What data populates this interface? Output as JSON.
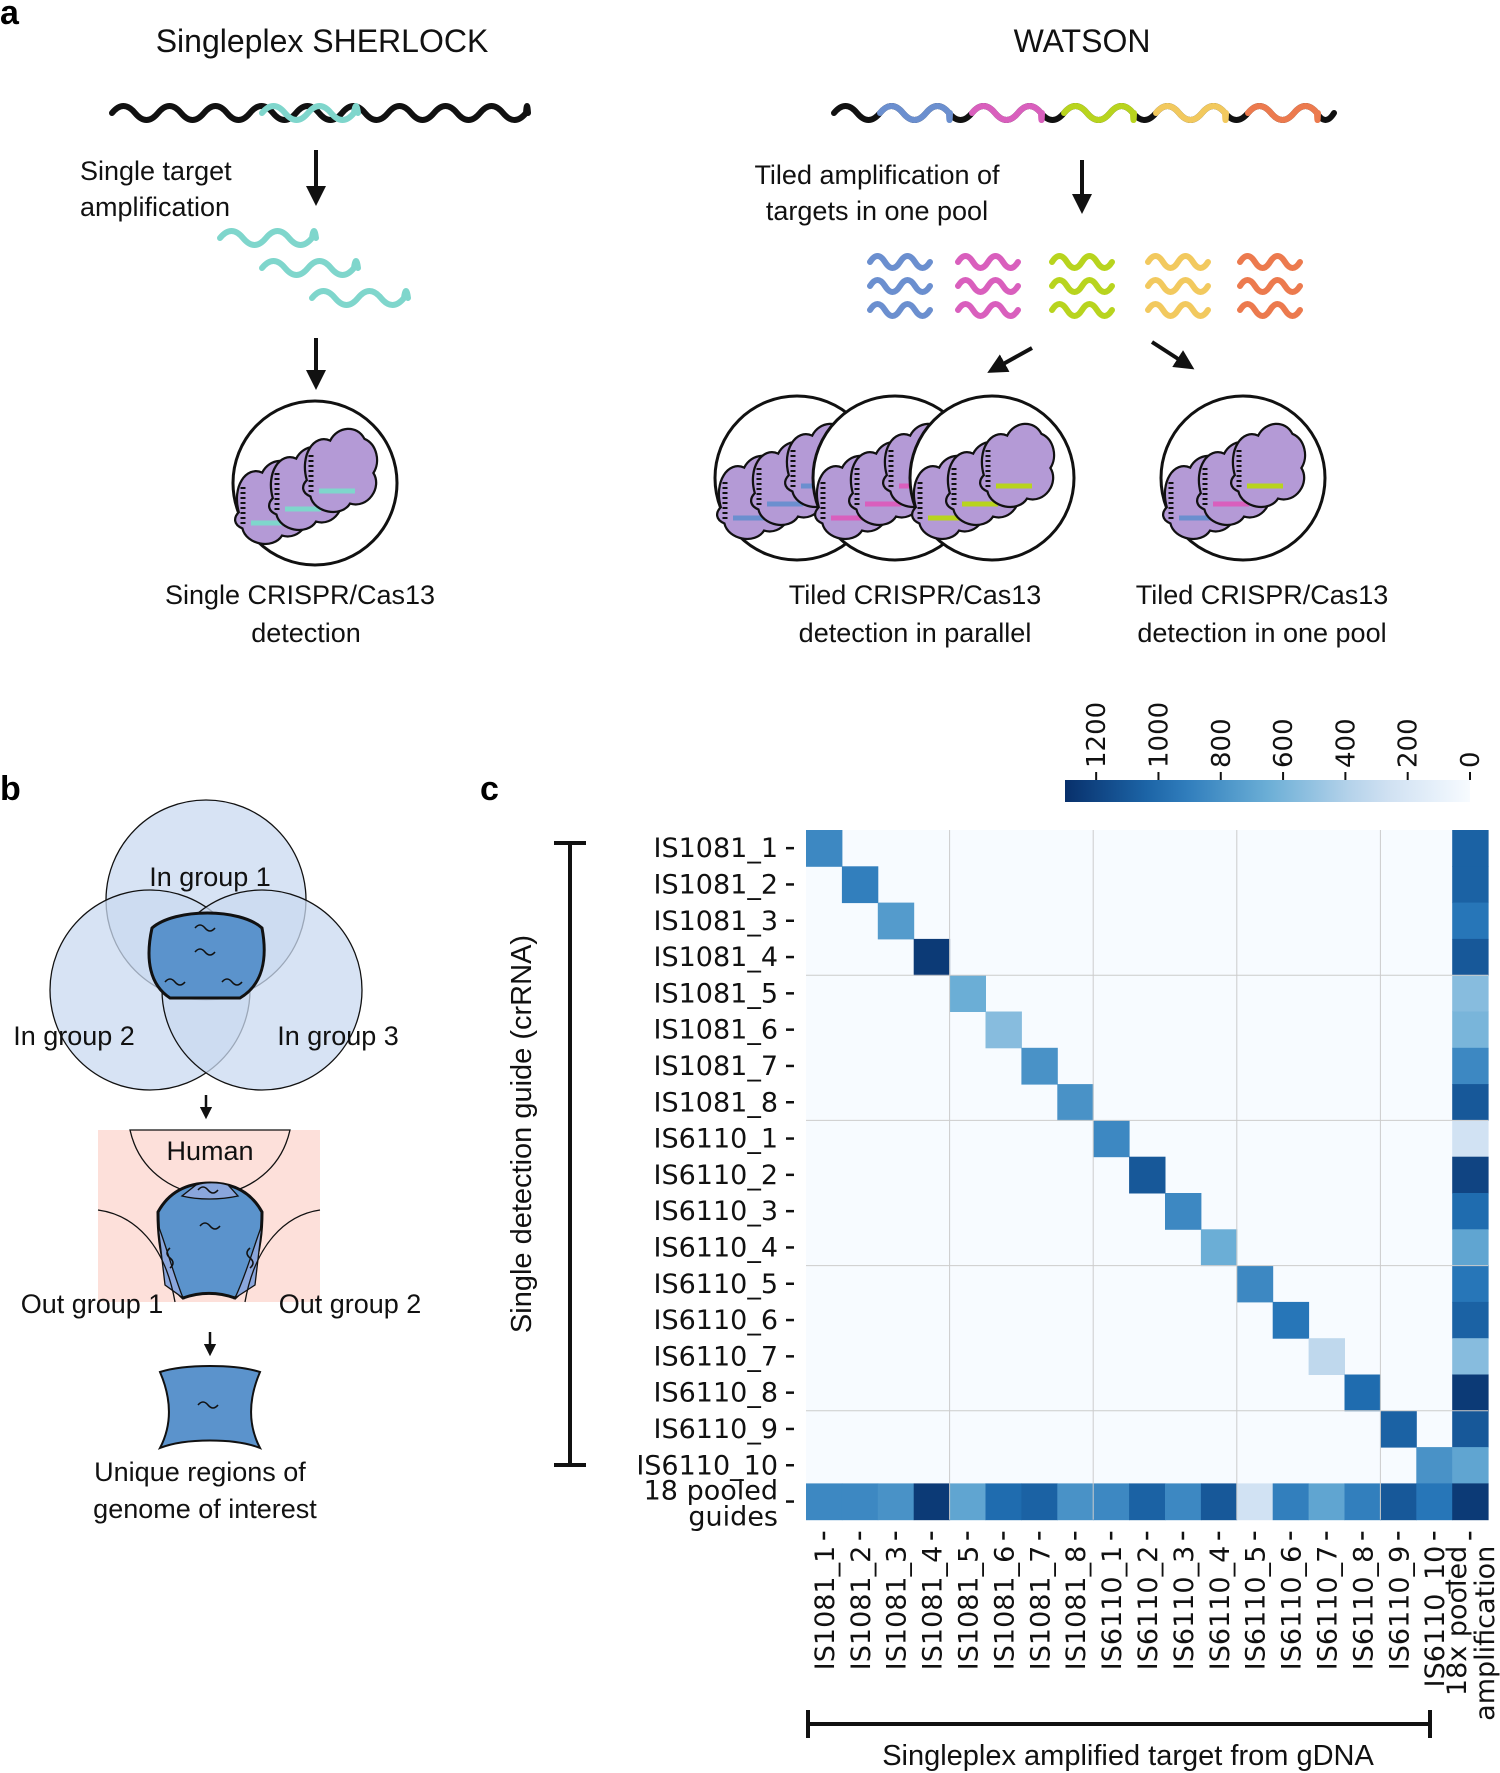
{
  "panel_a": {
    "letter": "a",
    "sherlock_title": "Singleplex SHERLOCK",
    "watson_title": "WATSON",
    "single_target_1": "Single target",
    "single_target_2": "amplification",
    "single_detect_1": "Single CRISPR/Cas13",
    "single_detect_2": "detection",
    "tiled_amp_1": "Tiled amplification of",
    "tiled_amp_2": "targets in one pool",
    "tiled_parallel_1": "Tiled CRISPR/Cas13",
    "tiled_parallel_2": "detection in parallel",
    "tiled_pool_1": "Tiled CRISPR/Cas13",
    "tiled_pool_2": "detection in one pool",
    "colors": {
      "teal": "#7fd6cc",
      "blue": "#6b8fcf",
      "pink": "#d95fbd",
      "lime": "#b8d41e",
      "yellow": "#f2c95e",
      "orange": "#ec7a4e",
      "cas13": "#b49ad6"
    }
  },
  "panel_b": {
    "letter": "b",
    "group1": "In group 1",
    "group2": "In group 2",
    "group3": "In group 3",
    "human": "Human",
    "out1": "Out group 1",
    "out2": "Out group 2",
    "unique_1": "Unique regions of",
    "unique_2": "genome of interest"
  },
  "panel_c": {
    "letter": "c",
    "chart_data": {
      "type": "heatmap",
      "ylabel": "Single detection guide (crRNA)",
      "xlabel": "Singleplex amplified target from gDNA",
      "rows": [
        "IS1081_1",
        "IS1081_2",
        "IS1081_3",
        "IS1081_4",
        "IS1081_5",
        "IS1081_6",
        "IS1081_7",
        "IS1081_8",
        "IS6110_1",
        "IS6110_2",
        "IS6110_3",
        "IS6110_4",
        "IS6110_5",
        "IS6110_6",
        "IS6110_7",
        "IS6110_8",
        "IS6110_9",
        "IS6110_10",
        "18 pooled\nguides"
      ],
      "columns": [
        "IS1081_1",
        "IS1081_2",
        "IS1081_3",
        "IS1081_4",
        "IS1081_5",
        "IS1081_6",
        "IS1081_7",
        "IS1081_8",
        "IS6110_1",
        "IS6110_2",
        "IS6110_3",
        "IS6110_4",
        "IS6110_5",
        "IS6110_6",
        "IS6110_7",
        "IS6110_8",
        "IS6110_9",
        "IS6110_10",
        "18x pooled\namplification"
      ],
      "colorbar": {
        "min": 0,
        "max": 1300,
        "ticks": [
          1200,
          1000,
          800,
          600,
          400,
          200,
          0
        ]
      },
      "diagonal": [
        850,
        900,
        750,
        1250,
        650,
        550,
        800,
        800,
        850,
        1100,
        850,
        650,
        850,
        950,
        350,
        1000,
        1050,
        800
      ],
      "last_column": [
        1050,
        1050,
        950,
        1100,
        550,
        600,
        850,
        1100,
        250,
        1200,
        1000,
        700,
        950,
        1050,
        550,
        1250,
        1100,
        700,
        1250
      ],
      "last_row": [
        850,
        850,
        800,
        1250,
        700,
        1000,
        1050,
        800,
        850,
        1050,
        850,
        1100,
        250,
        900,
        700,
        900,
        1100,
        950,
        1250
      ]
    }
  }
}
